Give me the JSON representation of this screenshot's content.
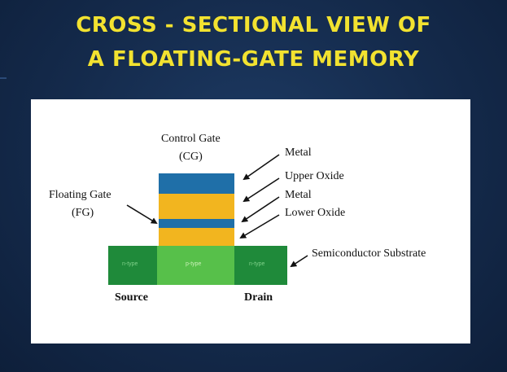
{
  "title": {
    "line1": "CROSS - SECTIONAL VIEW OF",
    "line2": "A FLOATING-GATE MEMORY"
  },
  "diagram": {
    "control_gate_label": "Control Gate",
    "control_gate_abbrev": "(CG)",
    "floating_gate_label": "Floating Gate",
    "floating_gate_abbrev": "(FG)",
    "metal_top_label": "Metal",
    "upper_oxide_label": "Upper Oxide",
    "metal_mid_label": "Metal",
    "lower_oxide_label": "Lower Oxide",
    "substrate_label": "Semiconductor Substrate",
    "source_label": "Source",
    "drain_label": "Drain",
    "n_type_left": "n-type",
    "p_type_mid": "p-type",
    "n_type_right": "n-type"
  },
  "colors": {
    "title_text": "#f2e230",
    "metal": "#1f6fa8",
    "oxide": "#f2b51f",
    "substrate_dark": "#1f8a3a",
    "substrate_light": "#57c04a",
    "panel": "#ffffff"
  }
}
